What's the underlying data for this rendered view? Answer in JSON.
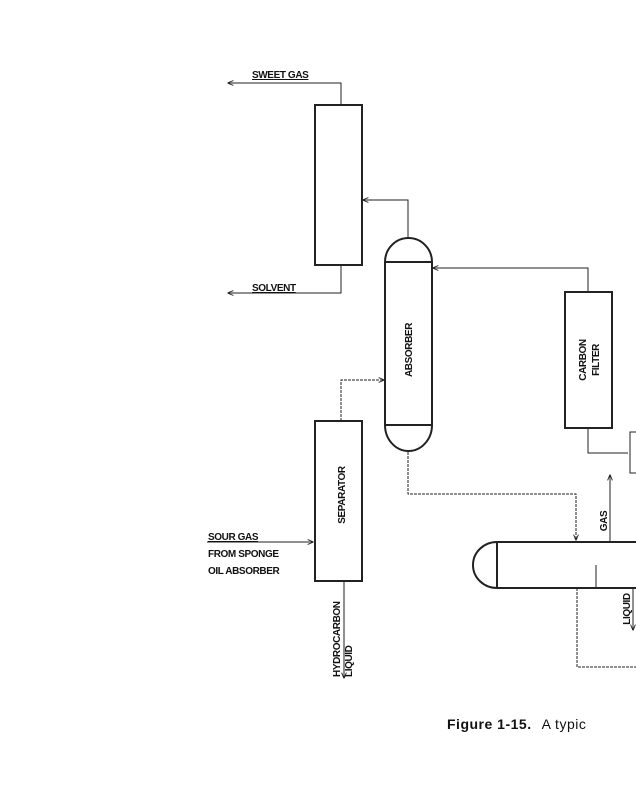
{
  "diagram": {
    "labels": {
      "sweet_gas": "SWEET GAS",
      "solvent": "SOLVENT",
      "absorber": "ABSORBER",
      "carbon_filter_1": "CARBON",
      "carbon_filter_2": "FILTER",
      "separator": "SEPARATOR",
      "sour_gas_1": "SOUR GAS",
      "sour_gas_2": "FROM SPONGE",
      "sour_gas_3": "OIL ABSORBER",
      "hydrocarbon_1": "HYDROCARBON",
      "hydrocarbon_2": "LIQUID",
      "gas": "GAS",
      "liquid": "LIQUID"
    }
  },
  "caption": {
    "number": "Figure 1-15.",
    "text": "A typic"
  }
}
